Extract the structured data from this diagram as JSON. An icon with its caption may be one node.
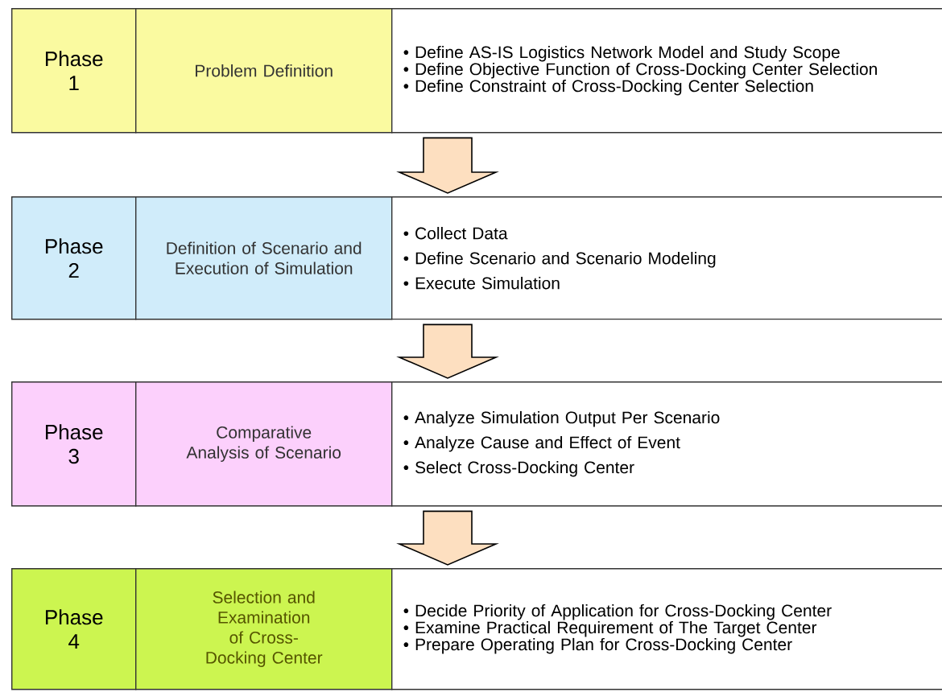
{
  "diagram": {
    "nodes": [
      {
        "text": [
          "Phase 1"
        ]
      },
      {
        "text": [
          "Problem Definition"
        ]
      },
      {
        "text": [
          "• Define AS-IS Logistics Network Model and Study Scope",
          "• Define Objective Function of Cross-Docking Center Selection",
          "• Define Constraint of Cross-Docking Center Selection"
        ]
      },
      {
        "text": [
          "Phase 2"
        ]
      },
      {
        "text": [
          "Definition of Scenario and Execution of Simulation"
        ]
      },
      {
        "text": [
          "• Collect Data",
          "• Define Scenario and Scenario Modeling",
          "• Execute Simulation"
        ]
      },
      {
        "text": [
          "Phase 3"
        ]
      },
      {
        "text": [
          "Comparative Analysis of Scenario"
        ]
      },
      {
        "text": [
          "• Analyze Simulation Output Per Scenario",
          "• Analyze Cause and Effect of Event",
          "• Select Cross-Docking Center"
        ]
      },
      {
        "text": [
          "Phase 4"
        ]
      },
      {
        "text": [
          "Selection and Examination of Cross-Docking Center"
        ]
      },
      {
        "text": [
          "• Decide Priority of Application for Cross-Docking Center",
          "• Examine Practical Requirement of The Target Center",
          "• Prepare Operating Plan for Cross-Docking Center"
        ]
      }
    ],
    "edges": [
      {
        "from": 2,
        "to": 5,
        "arrow": "to"
      },
      {
        "from": 5,
        "to": 8,
        "arrow": "to"
      },
      {
        "from": 8,
        "to": 11,
        "arrow": "to"
      }
    ]
  }
}
